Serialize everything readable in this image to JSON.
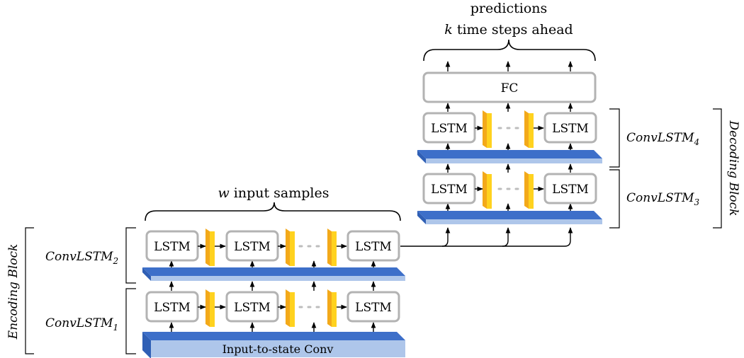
{
  "diagram": {
    "top_caption_line1": "predictions",
    "top_caption_line2_var": "k",
    "top_caption_line2_rest": " time steps ahead",
    "input_caption_var": "w",
    "input_caption_rest": " input samples",
    "fc_label": "FC",
    "lstm_label": "LSTM",
    "conv_base_label": "Input-to-state Conv",
    "encoding_block_label": "Encoding Block",
    "decoding_block_label": "Decoding Block",
    "layers": [
      {
        "name": "ConvLSTM",
        "sub": "1"
      },
      {
        "name": "ConvLSTM",
        "sub": "2"
      },
      {
        "name": "ConvLSTM",
        "sub": "3"
      },
      {
        "name": "ConvLSTM",
        "sub": "4"
      }
    ],
    "colors": {
      "slab_dark": "#3d6fc9",
      "slab_light": "#aec6ea",
      "kernel_front": "#ffd21f",
      "kernel_side": "#f3a91a",
      "box_border": "#b3b3b3"
    }
  }
}
